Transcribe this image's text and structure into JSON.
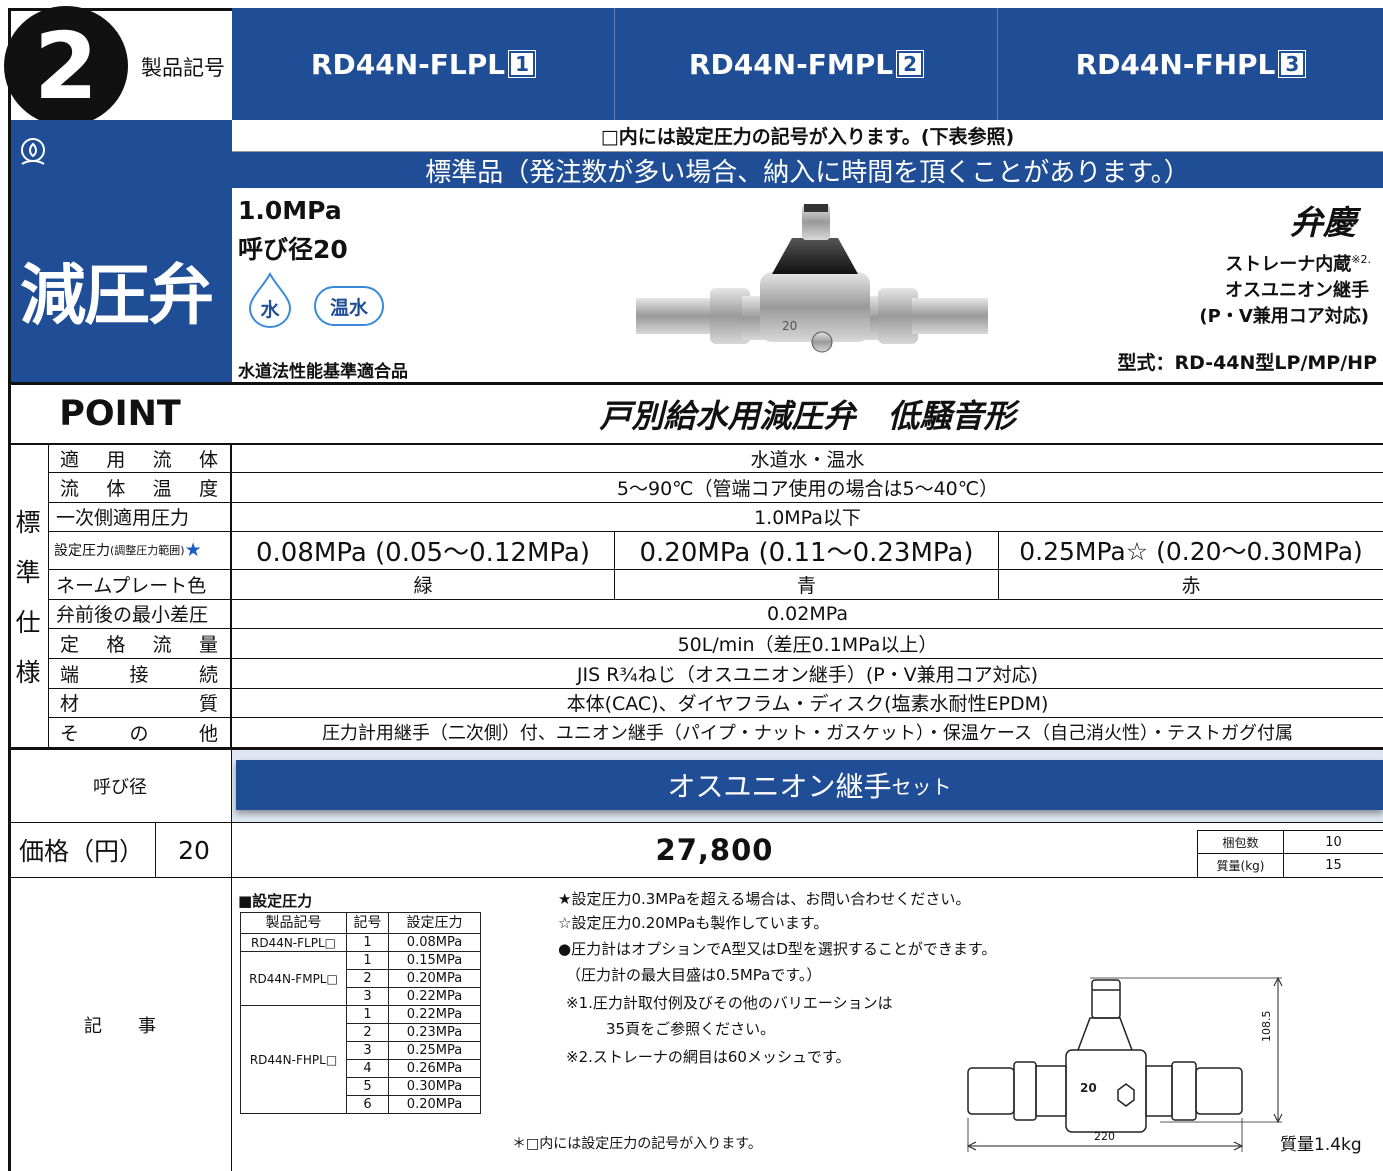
{
  "header": {
    "number": "2",
    "code_label": "製品記号",
    "models": [
      "RD44N-FLPL",
      "RD44N-FMPL",
      "RD44N-FHPL"
    ],
    "model_suffixes": [
      "1",
      "2",
      "3"
    ]
  },
  "notice": "□内には設定圧力の記号が入ります。(下表参照)",
  "standard_banner": "標準品（発注数が多い場合、納入に時間を頂くことがあります。）",
  "category": "減圧弁",
  "product": {
    "pressure": "1.0MPa",
    "size": "呼び径20",
    "badge_water": "水",
    "badge_hot": "温水",
    "certification": "水道法性能基準適合品",
    "brand": "弁慶",
    "feature1": "ストレーナ内蔵",
    "feature1_note": "※2.",
    "feature2": "オスユニオン継手",
    "feature3": "(P・V兼用コア対応)",
    "model_type": "型式：RD-44N型LP/MP/HP",
    "body_mark": "20"
  },
  "point": {
    "label": "POINT",
    "text": "戸別給水用減圧弁　低騒音形"
  },
  "spec_side": [
    "標",
    "準",
    "仕",
    "様"
  ],
  "specs": {
    "fluid": {
      "label": [
        "適",
        "用",
        "流",
        "体"
      ],
      "value": "水道水・温水"
    },
    "temp": {
      "label": [
        "流",
        "体",
        "温",
        "度"
      ],
      "value": "5〜90℃（管端コア使用の場合は5〜40℃）"
    },
    "primary": {
      "label": "一次側適用圧力",
      "value": "1.0MPa以下"
    },
    "setting": {
      "label": "設定圧力",
      "label_small": "(調整圧力範囲)",
      "label_mark": "★",
      "values": [
        "0.08MPa (0.05〜0.12MPa)",
        "0.20MPa (0.11〜0.23MPa)",
        "0.25MPa☆ (0.20〜0.30MPa)"
      ]
    },
    "plate": {
      "label": "ネームプレート色",
      "values": [
        "緑",
        "青",
        "赤"
      ]
    },
    "min_diff": {
      "label": "弁前後の最小差圧",
      "value": "0.02MPa"
    },
    "flow": {
      "label": [
        "定",
        "格",
        "流",
        "量"
      ],
      "value": "50L/min（差圧0.1MPa以上）"
    },
    "end": {
      "label": [
        "端",
        "接",
        "続"
      ],
      "value": "JIS R¾ねじ（オスユニオン継手）(P・V兼用コア対応)"
    },
    "material": {
      "label": [
        "材",
        "質"
      ],
      "value": "本体(CAC)、ダイヤフラム・ディスク(塩素水耐性EPDM)"
    },
    "other": {
      "label": [
        "そ",
        "の",
        "他"
      ],
      "value": "圧力計用継手（二次側）付、ユニオン継手（パイプ・ナット・ガスケット）・保温ケース（自己消火性）・テストガグ付属"
    }
  },
  "size_label": "呼び径",
  "set_banner": {
    "main": "オスユニオン継手",
    "suffix": "セット"
  },
  "price": {
    "label": "価格（円）",
    "size": "20",
    "value": "27,800",
    "pack_label": "梱包数",
    "pack_value": "10",
    "weight_label": "質量(kg)",
    "weight_value": "15"
  },
  "remarks": {
    "label": "記　　事",
    "table_title": "■設定圧力",
    "table_headers": [
      "製品記号",
      "記号",
      "設定圧力"
    ],
    "table_rows": [
      {
        "model": "RD44N-FLPL□",
        "code": "1",
        "pressure": "0.08MPa"
      },
      {
        "model": "RD44N-FMPL□",
        "code": "1",
        "pressure": "0.15MPa"
      },
      {
        "model": "",
        "code": "2",
        "pressure": "0.20MPa"
      },
      {
        "model": "",
        "code": "3",
        "pressure": "0.22MPa"
      },
      {
        "model": "RD44N-FHPL□",
        "code": "1",
        "pressure": "0.22MPa"
      },
      {
        "model": "",
        "code": "2",
        "pressure": "0.23MPa"
      },
      {
        "model": "",
        "code": "3",
        "pressure": "0.25MPa"
      },
      {
        "model": "",
        "code": "4",
        "pressure": "0.26MPa"
      },
      {
        "model": "",
        "code": "5",
        "pressure": "0.30MPa"
      },
      {
        "model": "",
        "code": "6",
        "pressure": "0.20MPa"
      }
    ],
    "table_footnote": "＊□内には設定圧力の記号が入ります。",
    "notes": [
      "★設定圧力0.3MPaを超える場合は、お問い合わせください。",
      "☆設定圧力0.20MPaも製作しています。",
      "●圧力計はオプションでA型又はD型を選択することができます。",
      "（圧力計の最大目盛は0.5MPaです。）",
      "※1.圧力計取付例及びその他のバリエーションは",
      "35頁をご参照ください。",
      "※2.ストレーナの網目は60メッシュです。"
    ],
    "dim_height": "108.5",
    "dim_width": "220",
    "drawing_mark": "20",
    "weight": "質量1.4kg"
  },
  "colors": {
    "brand_blue": "#1f4e96",
    "star_blue": "#1a5fc8",
    "light_blue": "#3a8ad8"
  }
}
